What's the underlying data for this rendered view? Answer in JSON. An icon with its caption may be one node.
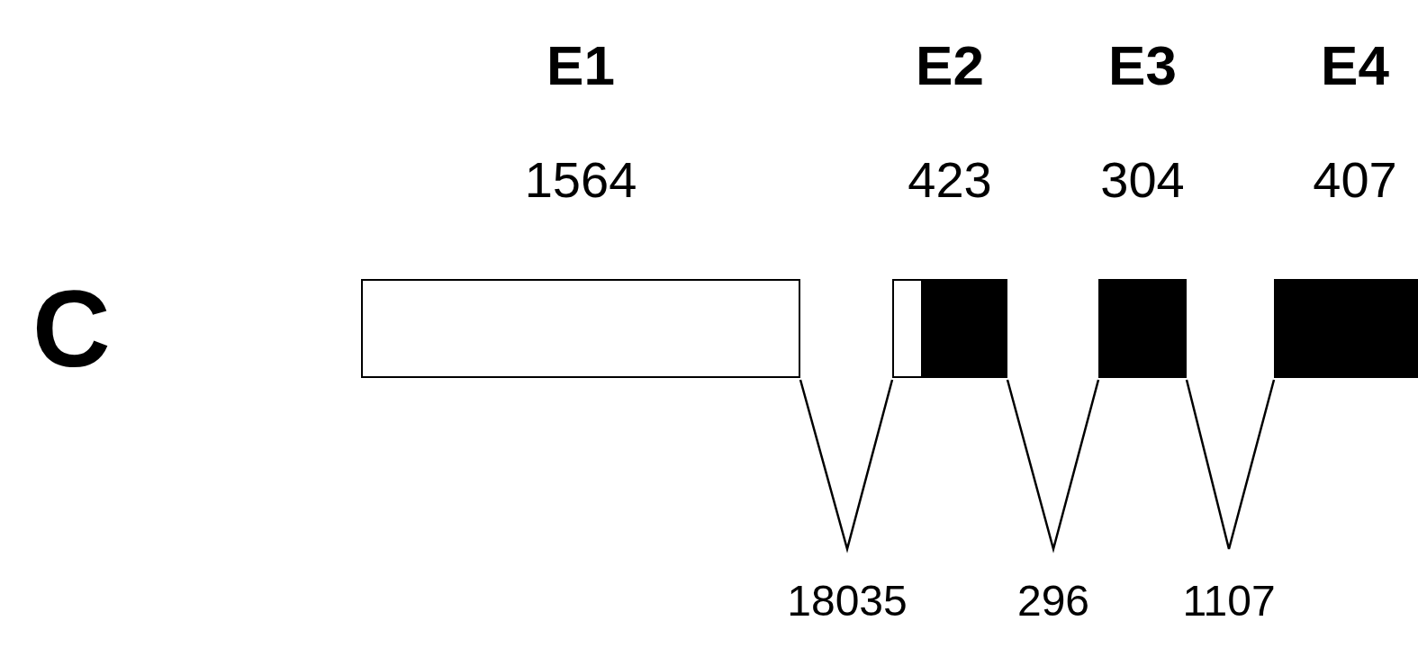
{
  "diagram": {
    "nodes": [
      {
        "text": [
          "E1",
          "1564"
        ]
      },
      {
        "text": [
          "E2",
          "423"
        ]
      },
      {
        "text": [
          "E3",
          "304"
        ]
      },
      {
        "text": [
          "E4",
          "407"
        ]
      }
    ],
    "edges": [
      {
        "from": 0,
        "to": 1,
        "arrow": "none",
        "label": "18035"
      },
      {
        "from": 1,
        "to": 2,
        "arrow": "none",
        "label": "296"
      },
      {
        "from": 2,
        "to": 3,
        "arrow": "none",
        "label": "1107"
      }
    ],
    "labels": [
      "C"
    ]
  }
}
